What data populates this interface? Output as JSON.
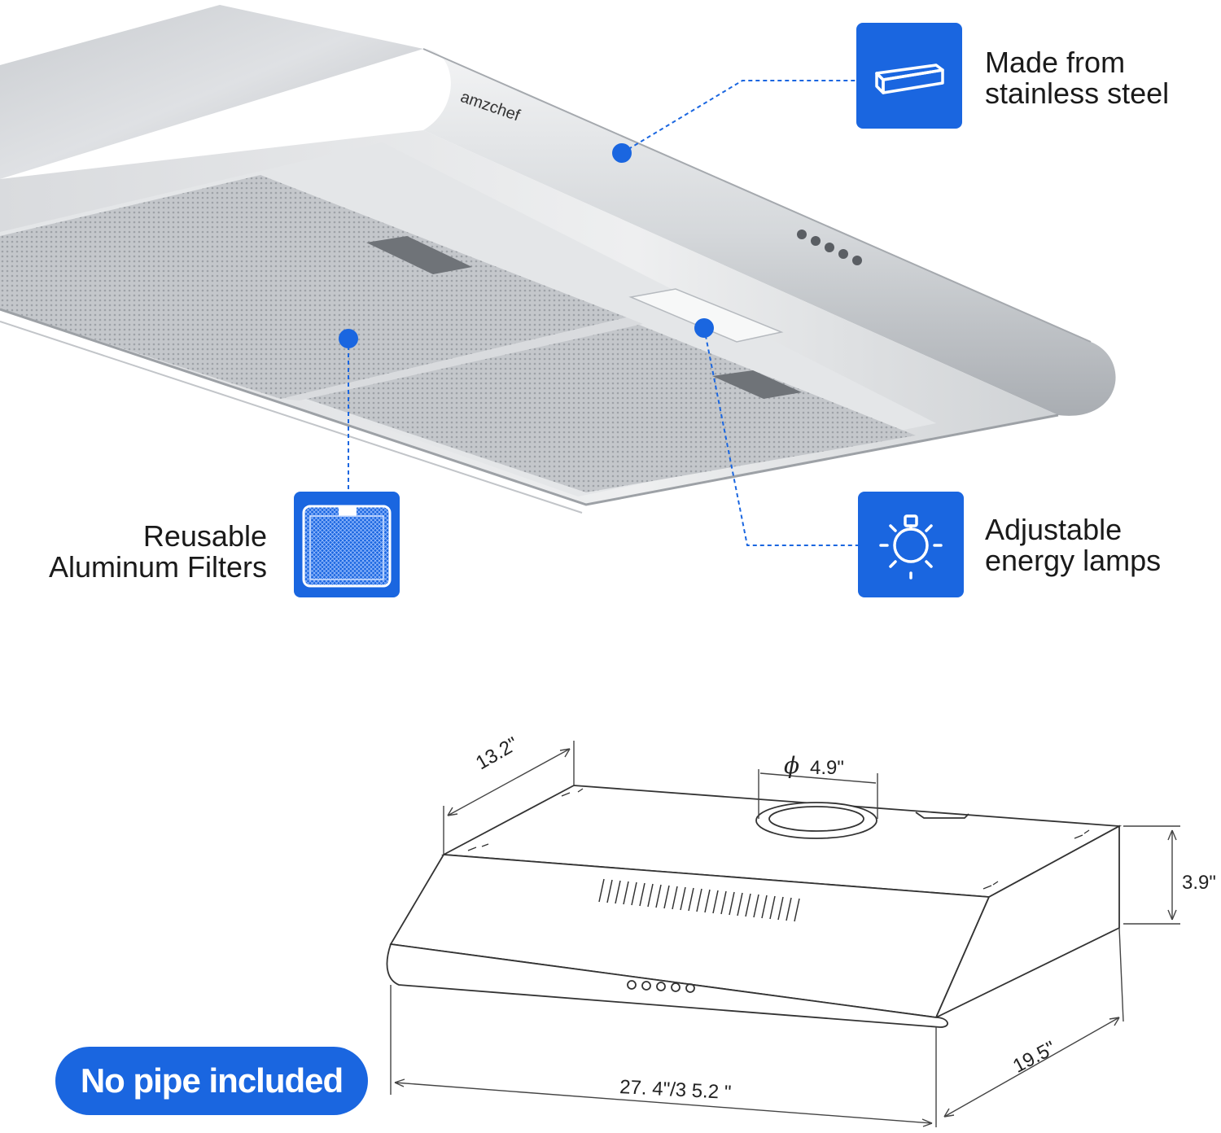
{
  "callouts": {
    "steel": {
      "line1": "Made from",
      "line2": "stainless steel",
      "icon": "steel-panel-icon"
    },
    "filters": {
      "line1": "Reusable",
      "line2": "Aluminum Filters",
      "icon": "mesh-filter-icon"
    },
    "lamps": {
      "line1": "Adjustable",
      "line2": "energy lamps",
      "icon": "light-bulb-icon"
    }
  },
  "brand": "amzchef",
  "dimensions": {
    "depth_top": "13.2\"",
    "duct_symbol": "ϕ",
    "duct": "4.9\"",
    "height": "3.9\"",
    "depth_side": "19.5\"",
    "width": "27. 4\"/3 5.2 \""
  },
  "badge": "No pipe included",
  "colors": {
    "accent": "#1a66e0",
    "steel_light": "#e8e9eb",
    "steel_dark": "#9a9ea3"
  }
}
